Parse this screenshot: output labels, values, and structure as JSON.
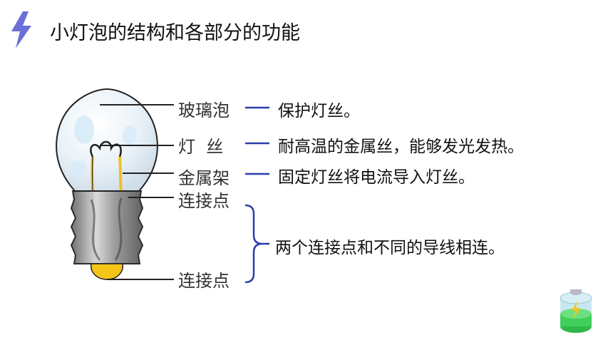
{
  "page": {
    "title": "小灯泡的结构和各部分的功能",
    "accent_color": "#6b6fd8",
    "line_color": "#2b3ea8"
  },
  "parts": [
    {
      "label": "玻璃泡",
      "function": "保护灯丝。"
    },
    {
      "label": "灯  丝",
      "function": "耐高温的金属丝，能够发光发热。"
    },
    {
      "label": "金属架",
      "function": "固定灯丝将电流导入灯丝。"
    },
    {
      "label": "连接点",
      "function": ""
    },
    {
      "label": "连接点",
      "function": ""
    }
  ],
  "connection_note": "两个连接点和不同的导线相连。",
  "icons": [
    "lightning-icon",
    "battery-icon"
  ]
}
